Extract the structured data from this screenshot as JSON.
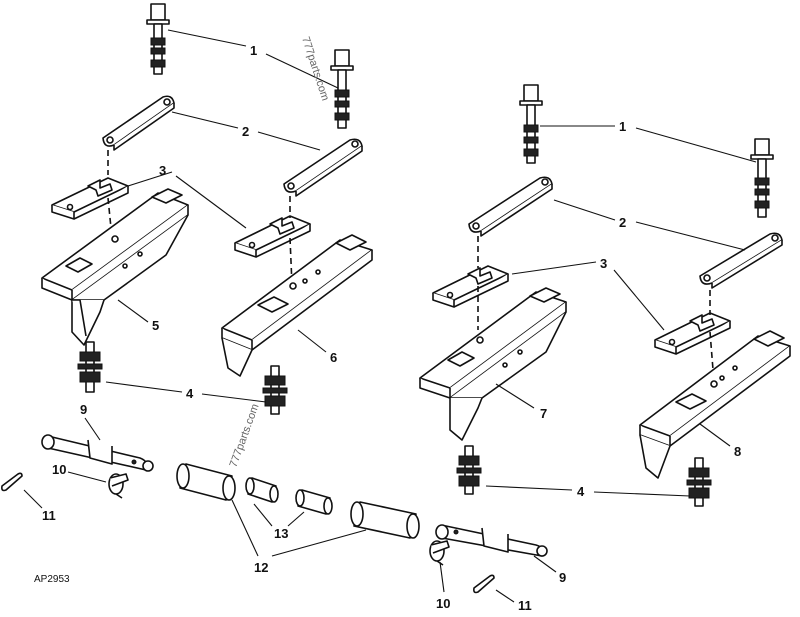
{
  "diagram": {
    "code": "AP2953",
    "watermark": "777parts.com",
    "callouts": [
      "1",
      "2",
      "3",
      "4",
      "5",
      "6",
      "7",
      "8",
      "9",
      "10",
      "11",
      "12",
      "13"
    ]
  }
}
